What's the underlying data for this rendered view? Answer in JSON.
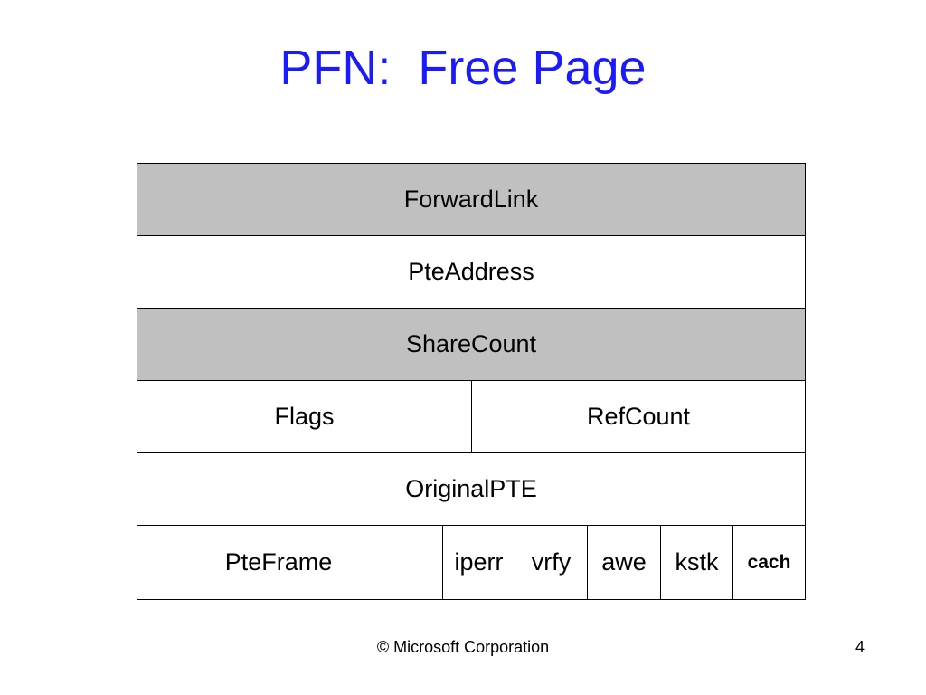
{
  "slide": {
    "title": "PFN:  Free Page",
    "title_color": "#1a1aff"
  },
  "pfn_table": {
    "shade_color": "#c0c0c0",
    "rows": [
      {
        "shaded": true,
        "cells": [
          "ForwardLink"
        ]
      },
      {
        "shaded": false,
        "cells": [
          "PteAddress"
        ]
      },
      {
        "shaded": true,
        "cells": [
          "ShareCount"
        ]
      },
      {
        "shaded": false,
        "cells": [
          "Flags",
          "RefCount"
        ]
      },
      {
        "shaded": false,
        "cells": [
          "OriginalPTE"
        ]
      },
      {
        "shaded": false,
        "cells": [
          "PteFrame",
          "iperr",
          "vrfy",
          "awe",
          "kstk",
          "cach"
        ]
      }
    ]
  },
  "footer": {
    "copyright": "© Microsoft Corporation",
    "page_number": "4"
  }
}
